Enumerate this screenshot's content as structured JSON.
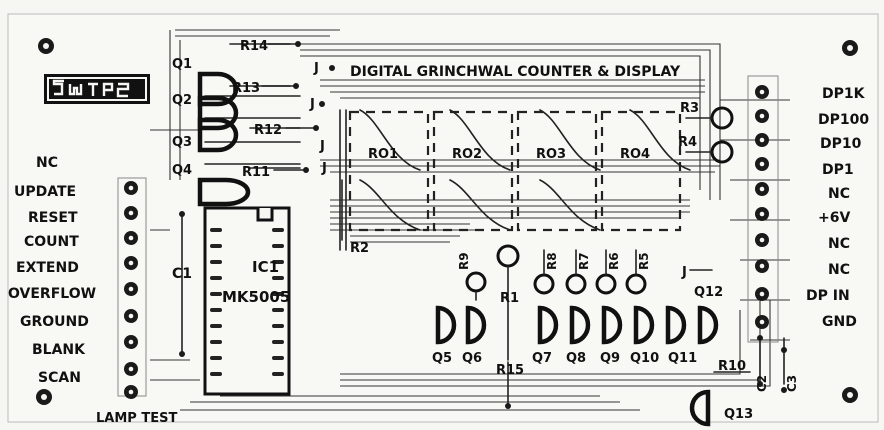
{
  "logo": {
    "text": "SWTPC"
  },
  "title": "DIGITAL GRINCHWAL COUNTER & DISPLAY",
  "left_pins": [
    "NC",
    "UPDATE",
    "RESET",
    "COUNT",
    "EXTEND",
    "OVERFLOW",
    "GROUND",
    "BLANK",
    "SCAN"
  ],
  "lamp_test": "LAMP TEST",
  "right_pins": [
    "DP1K",
    "DP100",
    "DP10",
    "DP1",
    "NC",
    "+6V",
    "NC",
    "NC",
    "DP IN",
    "GND"
  ],
  "ic": {
    "ref": "IC1",
    "part": "MK5005"
  },
  "c1": "C1",
  "c2": "C2",
  "c3": "C3",
  "top_transistors": [
    "Q1",
    "Q2",
    "Q3",
    "Q4"
  ],
  "top_resistors": [
    "R14",
    "R13",
    "R12",
    "R11"
  ],
  "jumper": "J",
  "r2": "R2",
  "displays": [
    "RO1",
    "RO2",
    "RO3",
    "RO4"
  ],
  "r3": "R3",
  "r4": "R4",
  "r1": "R1",
  "r9": "R9",
  "r8": "R8",
  "r7": "R7",
  "r6": "R6",
  "r5": "R5",
  "q12": "Q12",
  "bottom_transistors": [
    "Q5",
    "Q6",
    "Q7",
    "Q8",
    "Q9",
    "Q10",
    "Q11"
  ],
  "r15": "R15",
  "r10": "R10",
  "q13": "Q13"
}
